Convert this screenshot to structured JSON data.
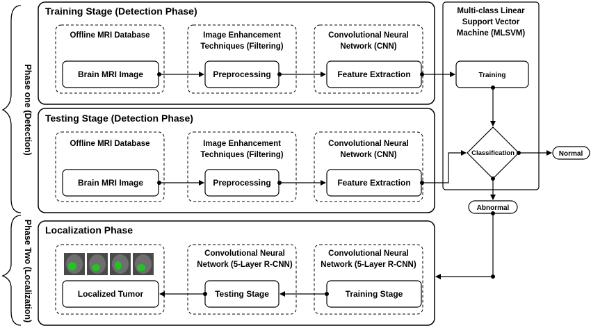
{
  "phases": {
    "one": "Phase one (Detection)",
    "two": "Phase Two (Localization)"
  },
  "training": {
    "title": "Training Stage (Detection Phase)",
    "groups": [
      {
        "title_lines": [
          "Offline MRI Database"
        ],
        "box": "Brain MRI Image"
      },
      {
        "title_lines": [
          "Image Enhancement",
          "Techniques (Filtering)"
        ],
        "box": "Preprocessing"
      },
      {
        "title_lines": [
          "Convolutional Neural",
          "Network (CNN)"
        ],
        "box": "Feature Extraction"
      }
    ]
  },
  "testing": {
    "title": "Testing Stage (Detection Phase)",
    "groups": [
      {
        "title_lines": [
          "Offline MRI Database"
        ],
        "box": "Brain MRI Image"
      },
      {
        "title_lines": [
          "Image Enhancement",
          "Techniques (Filtering)"
        ],
        "box": "Preprocessing"
      },
      {
        "title_lines": [
          "Convolutional Neural",
          "Network (CNN)"
        ],
        "box": "Feature Extraction"
      }
    ]
  },
  "mlsvm": {
    "title_lines": [
      "Multi-class Linear",
      "Support Vector",
      "Machine (MLSVM)"
    ],
    "training": "Training",
    "classification": "Classification",
    "normal": "Normal",
    "abnormal": "Abnormal"
  },
  "localization": {
    "title": "Localization Phase",
    "groups": [
      {
        "title_lines": [],
        "box": "Localized Tumor"
      },
      {
        "title_lines": [
          "Convolutional Neural",
          "Network (5-Layer R-CNN)"
        ],
        "box": "Testing Stage"
      },
      {
        "title_lines": [
          "Convolutional Neural",
          "Network (5-Layer R-CNN)"
        ],
        "box": "Training Stage"
      }
    ]
  },
  "colors": {
    "tumor": "#22c322",
    "scan": "#4a4a4a"
  }
}
